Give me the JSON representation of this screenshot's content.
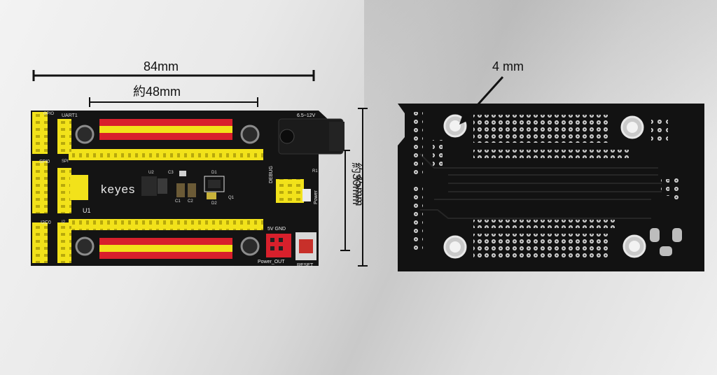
{
  "dimensions": {
    "width_label": "84mm",
    "header_label": "約48mm",
    "height_label": "45mm",
    "inner_height_label": "約30mm",
    "hole_label": "4 mm"
  },
  "board_front": {
    "brand": "keyes",
    "labels": {
      "uart": "UART1",
      "gpio": "GPIO",
      "spi0": "SPI0",
      "spi": "SPI",
      "i2c0": "I2C0",
      "i2c": "I2",
      "u1": "U1",
      "u2": "U2",
      "c3": "C3",
      "c1": "C1",
      "c2": "C2",
      "d1": "D1",
      "d2": "D2",
      "q1": "Q1",
      "r1": "R1",
      "debug": "DEBUG",
      "power": "Power",
      "voltage": "6.5~12V",
      "power_out_header": "5V GND",
      "power_out": "Power_OUT",
      "reset": "RESET"
    }
  },
  "colors": {
    "pcb": "#141414",
    "header_yellow": "#f2e21a",
    "pin_red": "#d8202c",
    "arrow": "#111111"
  }
}
